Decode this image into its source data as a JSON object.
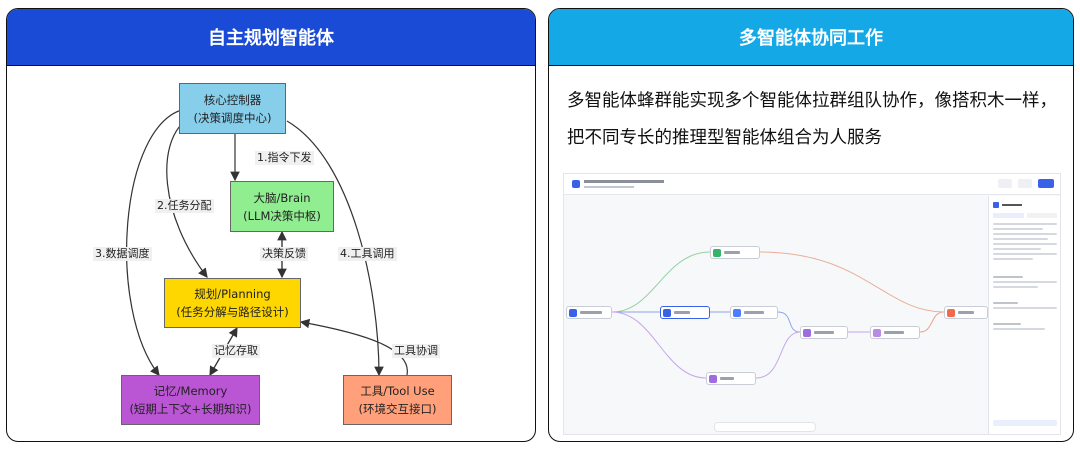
{
  "left_panel": {
    "title": "自主规划智能体",
    "nodes": {
      "controller": {
        "line1": "核心控制器",
        "line2": "(决策调度中心)"
      },
      "brain": {
        "line1": "大脑/Brain",
        "line2": "(LLM决策中枢)"
      },
      "planning": {
        "line1": "规划/Planning",
        "line2": "(任务分解与路径设计)"
      },
      "memory": {
        "line1": "记忆/Memory",
        "line2": "(短期上下文+长期知识)"
      },
      "tool": {
        "line1": "工具/Tool Use",
        "line2": "(环境交互接口)"
      }
    },
    "edge_labels": {
      "instruct": "1.指令下发",
      "assign": "2.任务分配",
      "data_schedule": "3.数据调度",
      "tool_call": "4.工具调用",
      "feedback": "决策反馈",
      "memory_access": "记忆存取",
      "tool_coordinate": "工具协调"
    },
    "colors": {
      "controller": "#87ceeb",
      "brain": "#90ee90",
      "planning": "#ffd700",
      "memory": "#ba55d3",
      "tool": "#ffa07a",
      "header": "#1a4bd6"
    }
  },
  "right_panel": {
    "title": "多智能体协同工作",
    "description": "多智能体蜂群能实现多个智能体拉群组队协作，像搭积木一样，把不同专长的推理型智能体组合为人服务",
    "header_color": "#14a8e6"
  }
}
